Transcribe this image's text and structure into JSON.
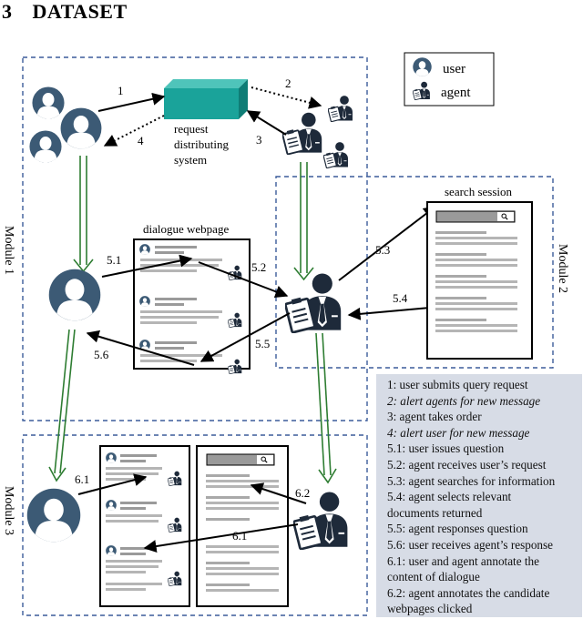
{
  "section": {
    "number": "3",
    "title": "DATASET"
  },
  "key": {
    "user_label": "user",
    "agent_label": "agent"
  },
  "modules": {
    "m1": "Module 1",
    "m2": "Module 2",
    "m3": "Module 3"
  },
  "system": {
    "line1": "request",
    "line2": "distributing",
    "line3": "system"
  },
  "panels": {
    "dialogue_title": "dialogue webpage",
    "search_title": "search session"
  },
  "arrow_labels": {
    "s1": "1",
    "s2": "2",
    "s3": "3",
    "s4": "4",
    "s51": "5.1",
    "s52": "5.2",
    "s53": "5.3",
    "s54": "5.4",
    "s55": "5.5",
    "s56": "5.6",
    "s61": "6.1",
    "s62": "6.2",
    "s61b": "6.1"
  },
  "legend": [
    {
      "text": "1: user submits query request",
      "italic": false
    },
    {
      "text": "2: alert agents for new message",
      "italic": true
    },
    {
      "text": "3: agent takes order",
      "italic": false
    },
    {
      "text": "4: alert user for new message",
      "italic": true
    },
    {
      "text": "5.1: user issues question",
      "italic": false
    },
    {
      "text": "5.2: agent receives user’s request",
      "italic": false
    },
    {
      "text": "5.3: agent searches for information",
      "italic": false
    },
    {
      "text": "5.4: agent selects relevant",
      "italic": false
    },
    {
      "text": "documents returned",
      "italic": false
    },
    {
      "text": "5.5: agent responses question",
      "italic": false
    },
    {
      "text": "5.6: user receives agent’s response",
      "italic": false
    },
    {
      "text": "6.1: user and agent annotate the",
      "italic": false
    },
    {
      "text": "content of dialogue",
      "italic": false
    },
    {
      "text": "6.2: agent annotates the candidate",
      "italic": false
    },
    {
      "text": "webpages clicked",
      "italic": false
    }
  ],
  "colors": {
    "dashed_border": "#3b5c9a",
    "user_fill": "#3c5a75",
    "agent_fill": "#1e2a3a",
    "server_fill": "#1aa39a",
    "down_arrow": "#2e7d32",
    "legend_bg": "#d7dce6",
    "text_bar": "#a9a9a9"
  }
}
